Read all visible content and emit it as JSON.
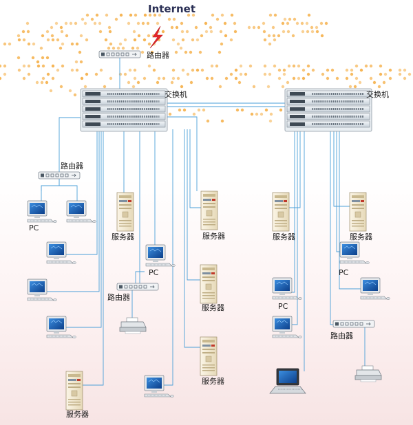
{
  "title": "Internet",
  "labels": {
    "router": "路由器",
    "switch": "交换机",
    "server": "服务器",
    "pc": "PC"
  },
  "colors": {
    "wire": "#4a9fd8",
    "dots": "#f5b04a",
    "lightning": "#e8262a",
    "switch_body": "#dfe6ec",
    "server_body": "#f2ead5",
    "monitor_screen": "#1a63b8"
  },
  "icons": [
    "lightning-icon",
    "router-icon",
    "switch-icon",
    "server-icon",
    "pc-icon",
    "laptop-icon",
    "printer-icon"
  ]
}
